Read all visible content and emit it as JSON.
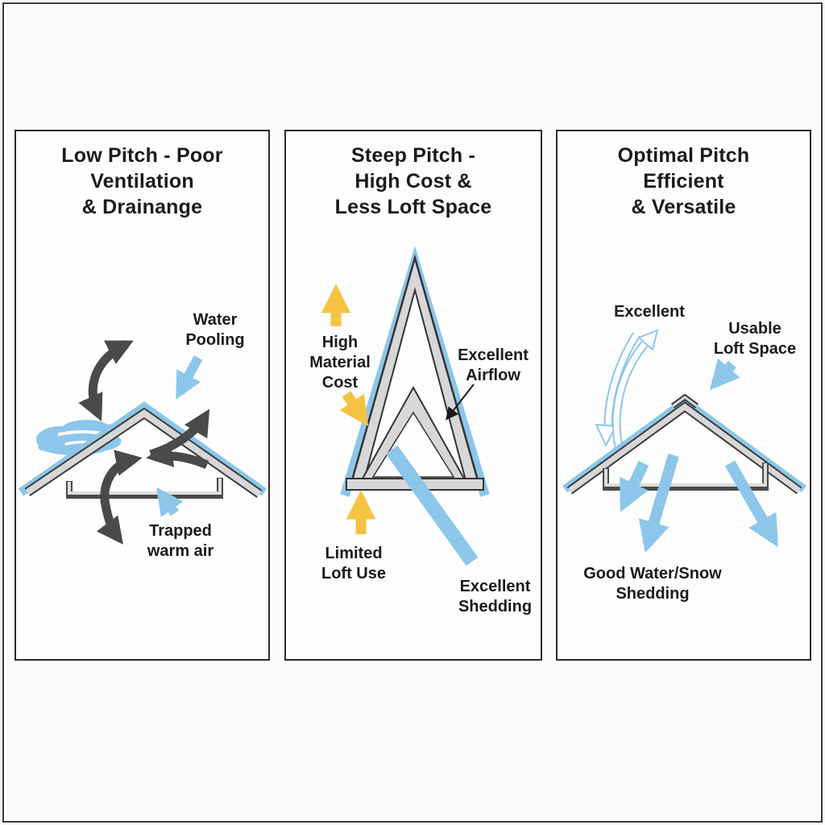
{
  "colors": {
    "background": "#fbfbfb",
    "panel_background": "#fdfdfd",
    "panel_border": "#2b2b2b",
    "text": "#1b1b1b",
    "water_blue": "#8cc6ea",
    "warning_yellow": "#f5c242",
    "air_dark_gray": "#4a4a4a",
    "structure_gray": "#d7d7d7",
    "structure_outline": "#333333"
  },
  "panels": [
    {
      "id": "low-pitch",
      "title": "Low Pitch - Poor\nVentilation\n& Drainange",
      "labels": {
        "water_pooling": "Water\nPooling",
        "trapped_warm_air": "Trapped\nwarm air"
      }
    },
    {
      "id": "steep-pitch",
      "title": "Steep Pitch -\nHigh Cost &\nLess Loft Space",
      "labels": {
        "high_material_cost": "High\nMaterial\nCost",
        "limited_loft_use": "Limited\nLoft Use",
        "excellent_airflow": "Excellent\nAirflow",
        "excellent_shedding": "Excellent\nShedding"
      }
    },
    {
      "id": "optimal-pitch",
      "title": "Optimal Pitch\nEfficient\n& Versatile",
      "labels": {
        "excellent": "Excellent",
        "usable_loft_space": "Usable\nLoft Space",
        "good_water_snow_shedding": "Good Water/Snow\nShedding"
      }
    }
  ]
}
